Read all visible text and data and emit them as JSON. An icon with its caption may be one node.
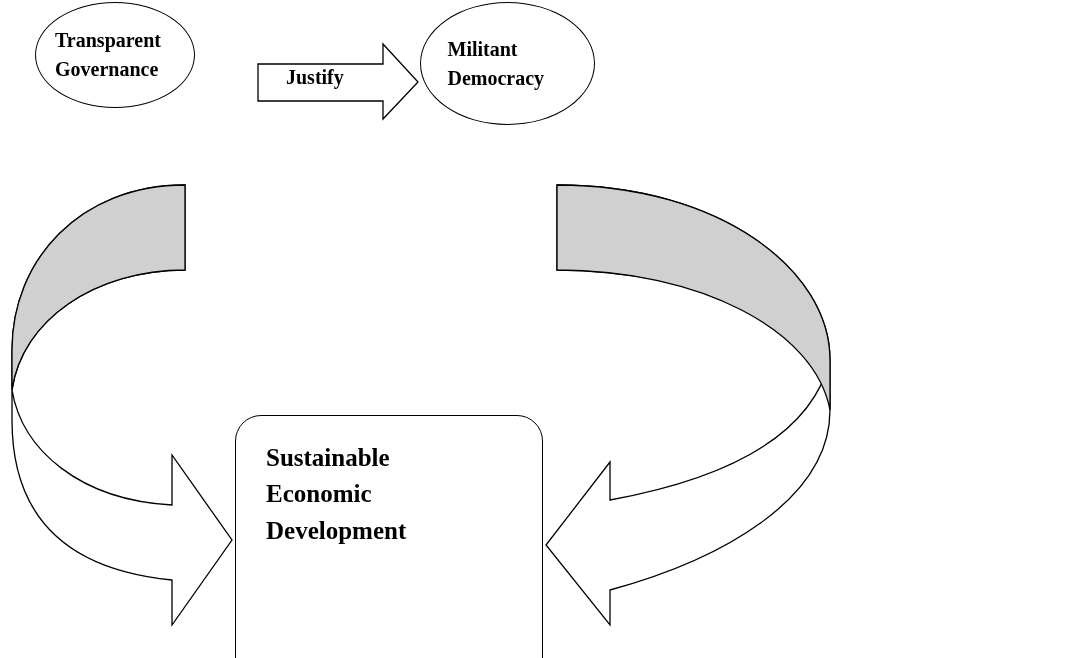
{
  "diagram": {
    "nodes": [
      {
        "text": [
          "Transparent Governance"
        ]
      },
      {
        "text": [
          "Militant Democracy"
        ]
      },
      {
        "text": [
          "Sustainable Economic Development"
        ]
      }
    ],
    "edges": [
      {
        "from": 0,
        "to": 1,
        "arrow": "to",
        "label": "Justify"
      },
      {
        "from": 0,
        "to": 2,
        "arrow": "to"
      },
      {
        "from": 1,
        "to": 2,
        "arrow": "to"
      }
    ]
  }
}
